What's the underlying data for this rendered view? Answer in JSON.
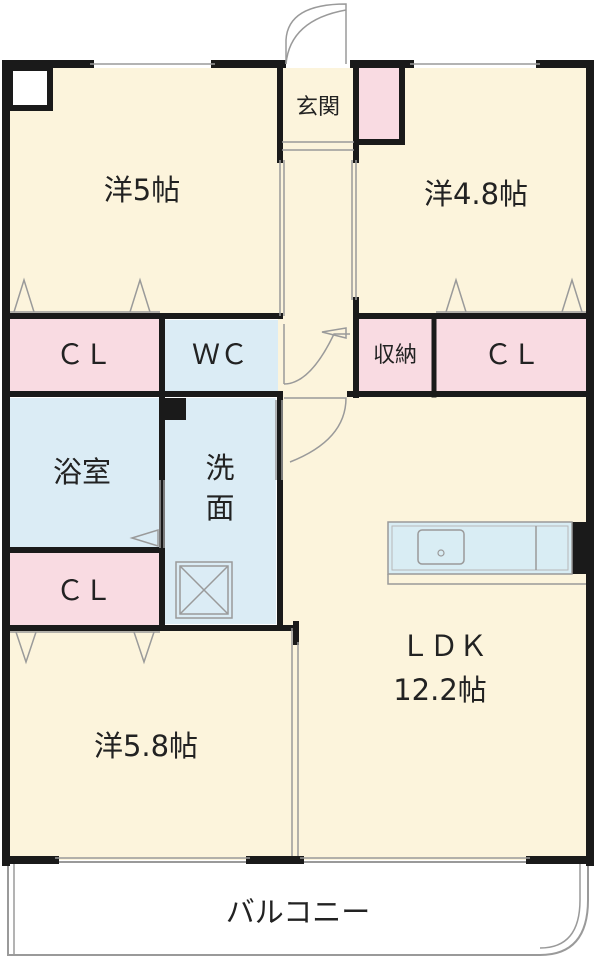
{
  "colors": {
    "room": "#fcf4dc",
    "closet": "#f9dbe2",
    "wet": "#dbecf5",
    "hall": "#fcf4dc",
    "balcony": "#ffffff",
    "wall": "#1a1a1a",
    "thin_line": "#9a9a9a",
    "text": "#222222",
    "kitchen": "#d9edf4"
  },
  "rooms": {
    "bedroom_nw": {
      "label": "洋5帖"
    },
    "bedroom_ne": {
      "label": "洋4.8帖"
    },
    "bedroom_sw": {
      "label": "洋5.8帖"
    },
    "ldk": {
      "label": "ＬＤＫ",
      "size": "12.2帖"
    },
    "entrance": {
      "label": "玄関"
    },
    "closet_nw": {
      "label": "ＣＬ"
    },
    "closet_ne": {
      "label": "ＣＬ"
    },
    "closet_sw": {
      "label": "ＣＬ"
    },
    "storage": {
      "label": "収納"
    },
    "toilet": {
      "label": "ＷＣ"
    },
    "bathroom": {
      "label": "浴室"
    },
    "washroom": {
      "label_line1": "洗",
      "label_line2": "面"
    },
    "balcony": {
      "label": "バルコニー"
    }
  },
  "icons": {
    "door": "door-swing-icon",
    "washer": "washer-pan-icon",
    "sink": "kitchen-sink-icon",
    "closet_door": "closet-door-icon"
  }
}
